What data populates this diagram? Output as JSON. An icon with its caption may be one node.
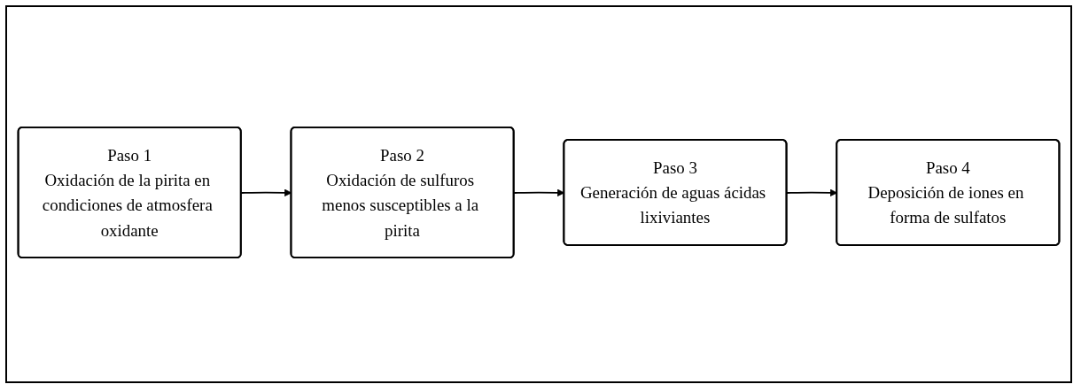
{
  "diagram": {
    "nodes": [
      {
        "text": [
          "Paso 1",
          "Oxidación de la pirita en condiciones de atmosfera oxidante"
        ]
      },
      {
        "text": [
          "Paso 2",
          "Oxidación de sulfuros menos susceptibles a la pirita"
        ]
      },
      {
        "text": [
          "Paso 3",
          "Generación de aguas ácidas lixiviantes"
        ]
      },
      {
        "text": [
          "Paso 4",
          "Deposición de iones en forma de sulfatos"
        ]
      }
    ],
    "edges": [
      {
        "from": 0,
        "to": 1,
        "arrow": "to"
      },
      {
        "from": 1,
        "to": 2,
        "arrow": "to"
      },
      {
        "from": 2,
        "to": 3,
        "arrow": "to"
      }
    ]
  }
}
